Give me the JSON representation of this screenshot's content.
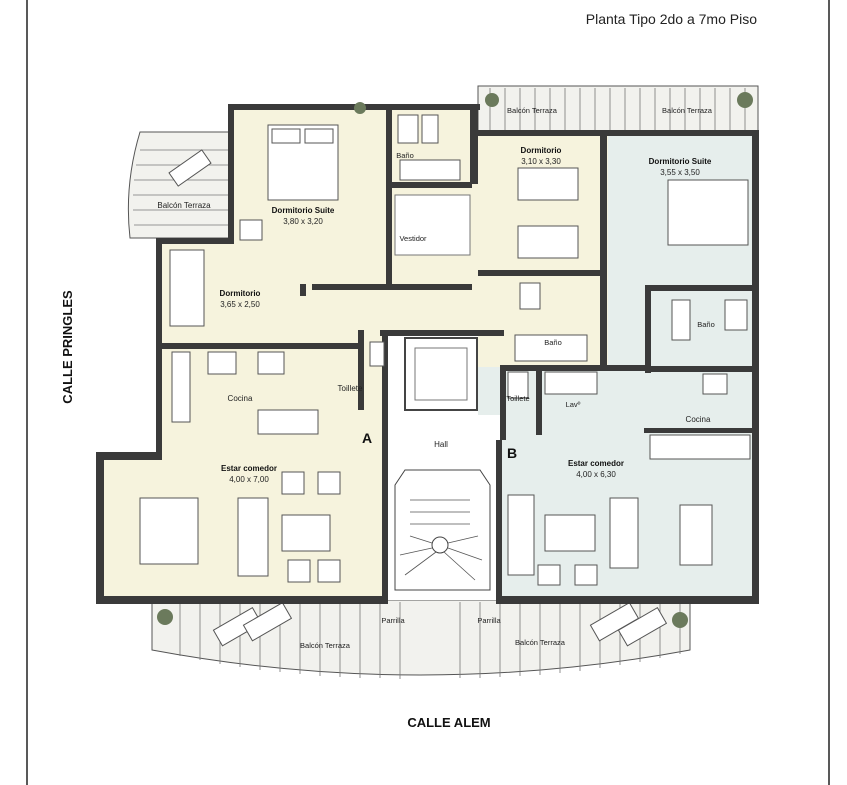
{
  "header": {
    "subtitle": "Planta Tipo 2do a 7mo Piso"
  },
  "streets": {
    "left": "CALLE PRINGLES",
    "bottom": "CALLE ALEM"
  },
  "rooms": [
    {
      "id": "balcon-nw",
      "name": "Balcón Terraza",
      "dims": ""
    },
    {
      "id": "suite-a",
      "name": "Dormitorio Suite",
      "dims": "3,80 x 3,20"
    },
    {
      "id": "bano-a",
      "name": "Baño",
      "dims": ""
    },
    {
      "id": "vestidor",
      "name": "Vestidor",
      "dims": ""
    },
    {
      "id": "dorm-a",
      "name": "Dormitorio",
      "dims": "3,65 x 2,50"
    },
    {
      "id": "cocina-a",
      "name": "Cocina",
      "dims": ""
    },
    {
      "id": "toillete-a",
      "name": "Toillete",
      "dims": ""
    },
    {
      "id": "estar-a",
      "name": "Estar comedor",
      "dims": "4,00 x 7,00"
    },
    {
      "id": "hall",
      "name": "Hall",
      "dims": ""
    },
    {
      "id": "balcon-ne-1",
      "name": "Balcón Terraza",
      "dims": ""
    },
    {
      "id": "balcon-ne-2",
      "name": "Balcón Terraza",
      "dims": ""
    },
    {
      "id": "dorm-b",
      "name": "Dormitorio",
      "dims": "3,10 x 3,30"
    },
    {
      "id": "suite-b",
      "name": "Dormitorio Suite",
      "dims": "3,55 x 3,50"
    },
    {
      "id": "bano-b1",
      "name": "Baño",
      "dims": ""
    },
    {
      "id": "bano-b2",
      "name": "Baño",
      "dims": ""
    },
    {
      "id": "toillete-b",
      "name": "Toillete",
      "dims": ""
    },
    {
      "id": "lav",
      "name": "Lavº",
      "dims": ""
    },
    {
      "id": "cocina-b",
      "name": "Cocina",
      "dims": ""
    },
    {
      "id": "estar-b",
      "name": "Estar comedor",
      "dims": "4,00 x 6,30"
    },
    {
      "id": "balcon-s-a",
      "name": "Balcón Terraza",
      "dims": ""
    },
    {
      "id": "balcon-s-b",
      "name": "Balcón Terraza",
      "dims": ""
    },
    {
      "id": "parrilla-a",
      "name": "Parrilla",
      "dims": ""
    },
    {
      "id": "parrilla-b",
      "name": "Parrilla",
      "dims": ""
    }
  ],
  "units": {
    "a": "A",
    "b": "B"
  },
  "colors": {
    "unit_a": "#f6f3dd",
    "unit_b": "#e6eeec",
    "wall": "#3a3a3a",
    "terrace": "#f2f2ee"
  }
}
